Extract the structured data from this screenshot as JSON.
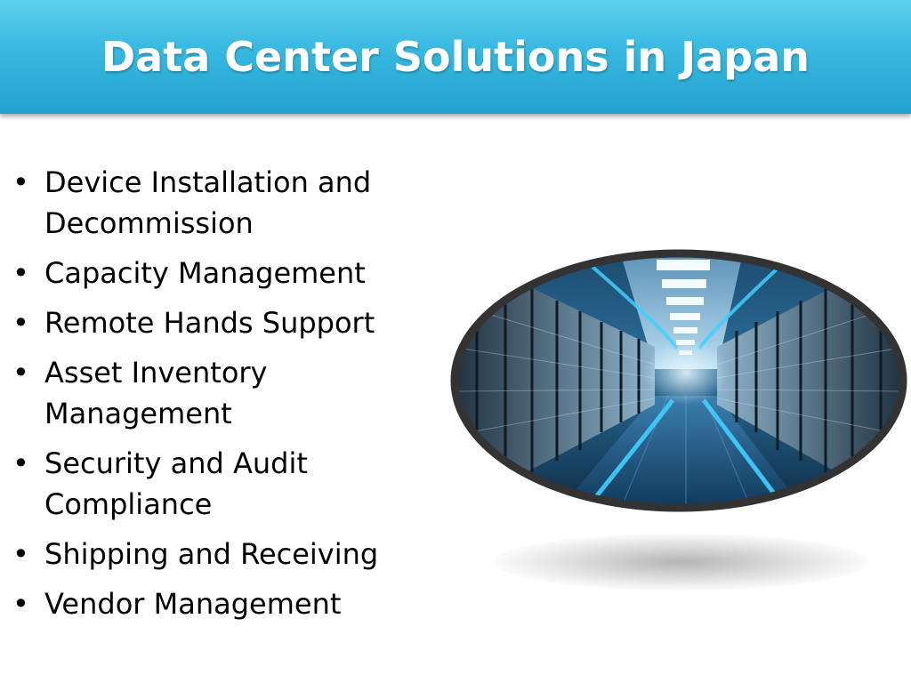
{
  "slide": {
    "title": "Data Center Solutions in Japan",
    "bullets": [
      "Device Installation and Decommission",
      "Capacity Management",
      "Remote Hands Support",
      "Asset Inventory Management",
      "Security and Audit Compliance",
      "Shipping and Receiving",
      "Vendor Management"
    ],
    "bullet_glyph": "•",
    "image": {
      "description_icon": "server-corridor-image"
    },
    "colors": {
      "title_bar": "#36b8e0",
      "title_text": "#ffffff",
      "frame": "#333333",
      "glow": "#3fd0ff"
    }
  }
}
